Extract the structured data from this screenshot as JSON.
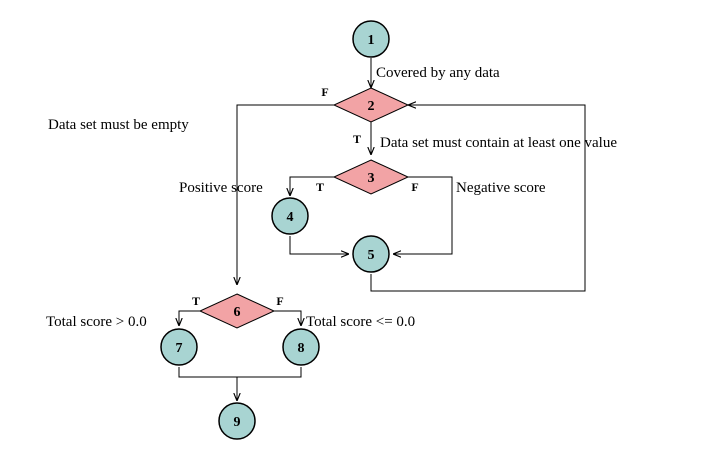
{
  "colors": {
    "circle_fill": "#a8d4d2",
    "diamond_fill": "#f2a3a5",
    "line": "#000000"
  },
  "nodes": {
    "n1": "1",
    "n2": "2",
    "n3": "3",
    "n4": "4",
    "n5": "5",
    "n6": "6",
    "n7": "7",
    "n8": "8",
    "n9": "9"
  },
  "branch_labels": {
    "n2_false": "F",
    "n2_true": "T",
    "n3_true": "T",
    "n3_false": "F",
    "n6_true": "T",
    "n6_false": "F"
  },
  "annotations": {
    "covered": "Covered by any data",
    "must_be_empty": "Data set must be empty",
    "at_least_one": "Data set must contain at least one value",
    "positive_score": "Positive score",
    "negative_score": "Negative score",
    "total_gt": "Total score > 0.0",
    "total_le": "Total score <= 0.0"
  }
}
